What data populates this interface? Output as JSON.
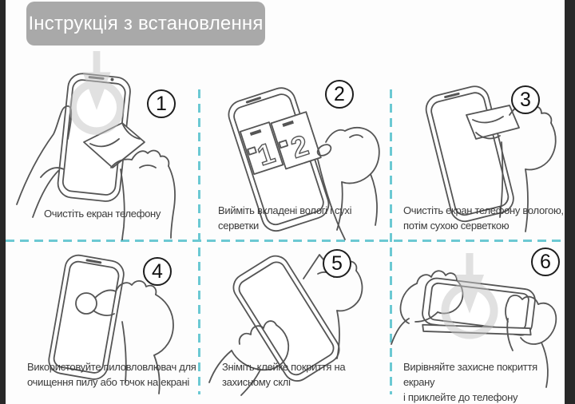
{
  "page": {
    "background": "#fdfdfd",
    "frame_color": "#282828",
    "divider_color": "#6cc9d3"
  },
  "banner": {
    "label": "Інструкція з встановлення",
    "background": "#a9a9a9",
    "text_color": "#ffffff"
  },
  "watermark": {
    "name": "circle-down-arrow-watermark",
    "color": "#c4c4c4"
  },
  "steps": [
    {
      "number": "1",
      "caption": "Очистіть екран телефону",
      "illustration": "hand-wiping-phone-screen-with-cloth"
    },
    {
      "number": "2",
      "caption": "Вийміть вкладені вологі і сухі\nсерветки",
      "illustration": "pulling-wipe-sachets-1-and-2-from-phone",
      "sachet_labels": [
        "1",
        "2"
      ]
    },
    {
      "number": "3",
      "caption": "Очистіть екран телефону вологою,\nпотім сухою серветкою",
      "illustration": "wiping-screen-with-wet-then-dry-wipe"
    },
    {
      "number": "4",
      "caption": "Використовуйте пиловловлювач для\nочищення пилу або точок на екрані",
      "illustration": "dust-removal-pad-on-screen"
    },
    {
      "number": "5",
      "caption": "Зніміть клейке покриття на\nзахисному склі",
      "illustration": "peeling-adhesive-layer-off-glass"
    },
    {
      "number": "6",
      "caption": "Вирівняйте захисне покриття екрану\nі приклейте до телефону",
      "illustration": "aligning-protective-glass-on-phone"
    }
  ]
}
